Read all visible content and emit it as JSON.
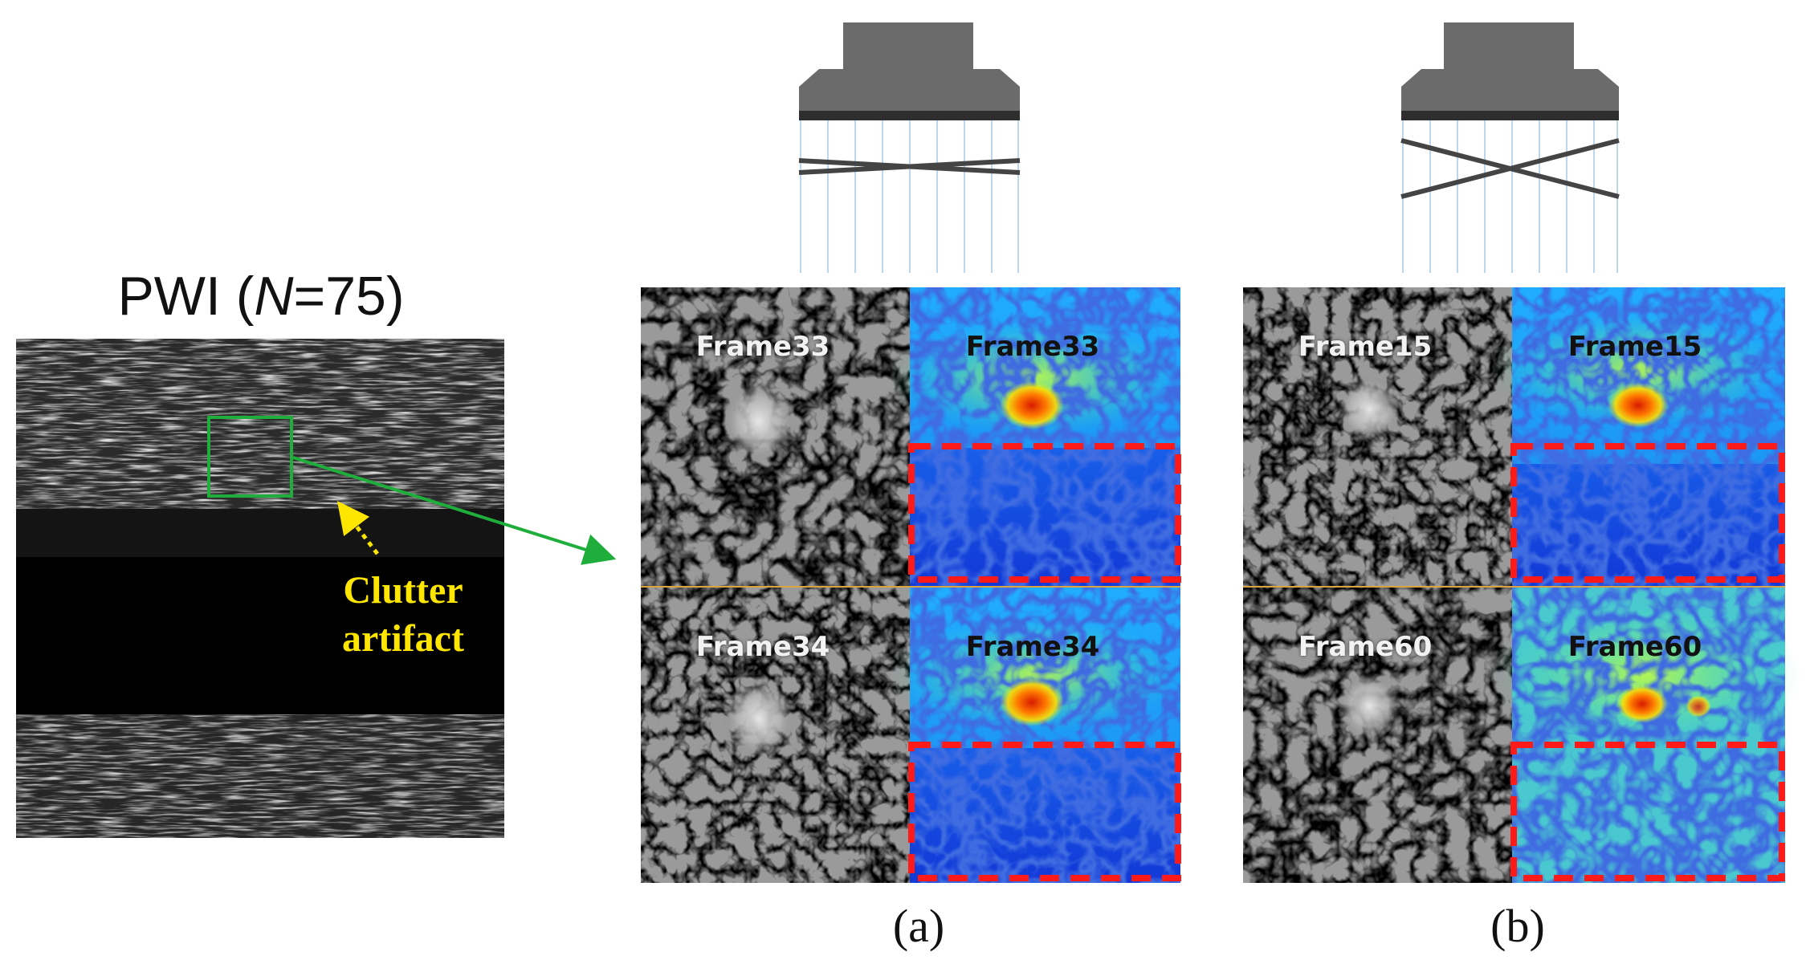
{
  "pwi": {
    "title_prefix": "PWI (",
    "title_var": "N",
    "title_suffix": "=75)",
    "annotation_line1": "Clutter",
    "annotation_line2": "artifact"
  },
  "panels": [
    {
      "caption": "(a)",
      "top_gray": "Frame33",
      "top_color": "Frame33",
      "bottom_gray": "Frame34",
      "bottom_color": "Frame34"
    },
    {
      "caption": "(b)",
      "top_gray": "Frame15",
      "top_color": "Frame15",
      "bottom_gray": "Frame60",
      "bottom_color": "Frame60"
    }
  ],
  "colors": {
    "roi_box": "#1fae3c",
    "arrow": "#1fae3c",
    "clutter_text": "#ffe600",
    "dashed_box": "#ff1a1a",
    "divider": "#d9a441",
    "probe": "#6b6b6b",
    "probe_face": "#2e2e2e",
    "beam_lines": "#bcd6ee"
  }
}
